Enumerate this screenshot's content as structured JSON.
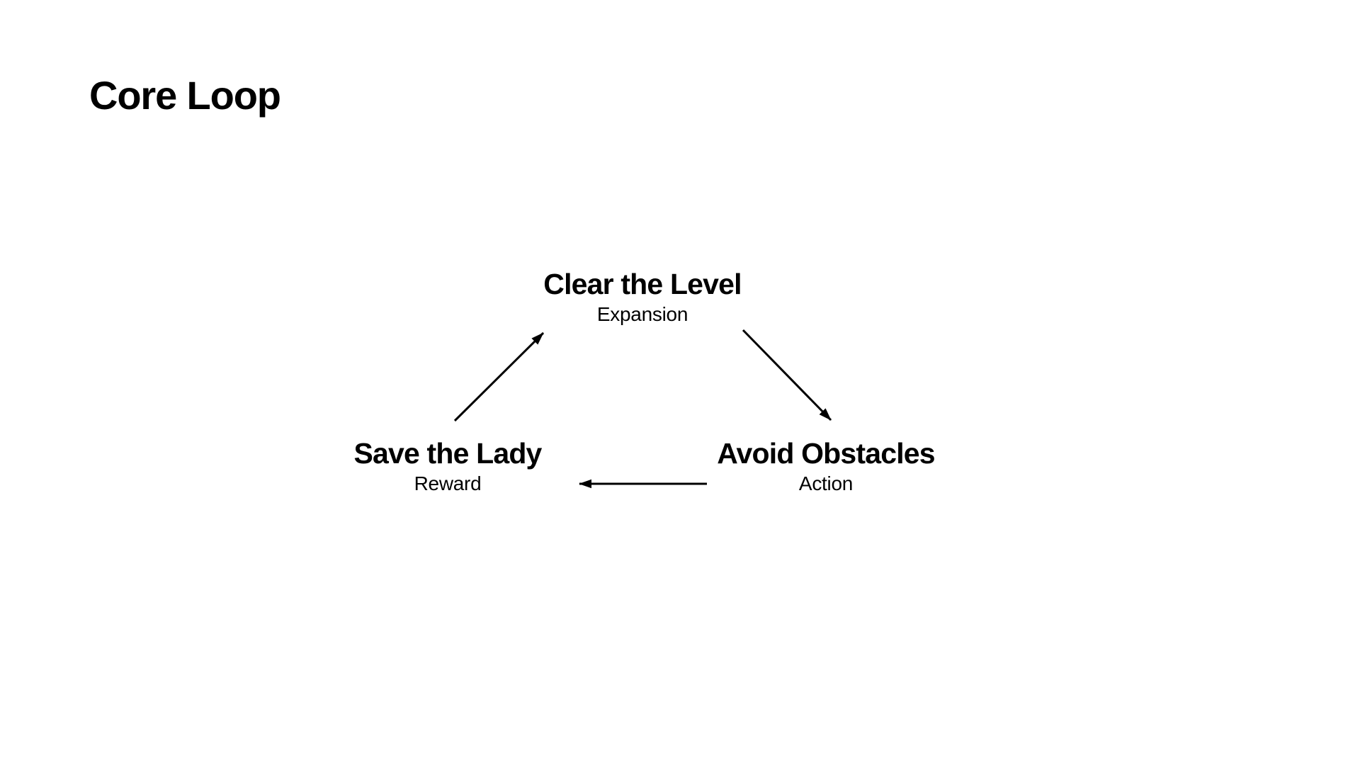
{
  "page": {
    "title": "Core Loop",
    "background_color": "#ffffff",
    "text_color": "#000000"
  },
  "diagram": {
    "type": "cycle",
    "nodes": [
      {
        "id": "clear-the-level",
        "label": "Clear the Level",
        "sublabel": "Expansion"
      },
      {
        "id": "avoid-obstacles",
        "label": "Avoid Obstacles",
        "sublabel": "Action"
      },
      {
        "id": "save-the-lady",
        "label": "Save the Lady",
        "sublabel": "Reward"
      }
    ],
    "edges": [
      {
        "from": "clear-the-level",
        "to": "avoid-obstacles"
      },
      {
        "from": "avoid-obstacles",
        "to": "save-the-lady"
      },
      {
        "from": "save-the-lady",
        "to": "clear-the-level"
      }
    ]
  }
}
